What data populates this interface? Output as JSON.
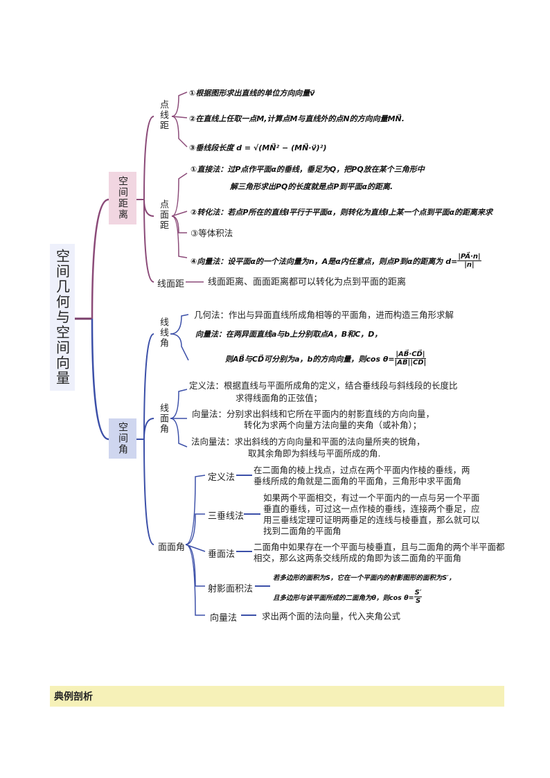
{
  "root": "空间几何与空间向量",
  "branch1": {
    "title": "空间距离",
    "point_line": {
      "label": "点线距",
      "items": [
        "①根据图形求出直线的单位方向向量v⃗",
        "②在直线上任取一点M,计算点M与直线外的点N的方向向量MN⃗.",
        "③垂线段长度 d = √(MN⃗² − (MN⃗·v⃗)²)"
      ]
    },
    "point_plane": {
      "label": "点面距",
      "items": [
        "①直接法：过P点作平面α的垂线，垂足为Q，把PQ放在某个三角形中",
        "解三角形求出PQ的长度就是点P到平面α的距离.",
        "②转化法：若点P所在的直线l平行于平面α，则转化为直线l上某一个点到平面α的距离来求",
        "③等体积法",
        "④向量法：设平面α的一个法向量为n，A是α内任意点，则点P到α的距离为 d="
      ],
      "formula_num": "|PA⃗·n|",
      "formula_den": "|n|"
    },
    "line_plane": {
      "label": "线面距",
      "text": "线面距离、面面距离都可以转化为点到平面的距离"
    }
  },
  "branch2": {
    "title": "空间角",
    "line_line": {
      "label": "线线角",
      "items": [
        "几何法：作出与异面直线所成角相等的平面角，进而构造三角形求解",
        "向量法：在两异面直线a与b上分别取点A，B和C，D，",
        "则AB⃗与CD⃗可分别为a，b的方向向量，则cos θ="
      ],
      "formula_num": "|AB⃗·CD⃗|",
      "formula_den": "|AB⃗||CD⃗|"
    },
    "line_plane": {
      "label": "线面角",
      "items": [
        "定义法：根据直线与平面所成角的定义，结合垂线段与斜线段的长度比",
        "求得线面角的正弦值；",
        "向量法：分别求出斜线和它所在平面内的射影直线的方向向量，",
        "转化为求两个向量方法向量的夹角（或补角）；",
        "法向量法：求出斜线的方向向量和平面的法向量所夹的锐角，",
        "取其余角即为斜线与平面所成的角."
      ]
    },
    "dihedral": {
      "label": "面面角",
      "methods": [
        {
          "name": "定义法",
          "lines": [
            "在二面角的棱上找点，过点在两个平面内作棱的垂线，两",
            "垂线所成的角就是二面角的平面角，三角形中求平面角"
          ]
        },
        {
          "name": "三垂线法",
          "lines": [
            "如果两个平面相交，有过一个平面内的一点与另一个平面",
            "垂直的垂线，可过这一点作棱的垂线，连接两个垂足，应",
            "用三垂线定理可证明两垂足的连线与棱垂直，那么就可以",
            "找到二面角的平面角"
          ]
        },
        {
          "name": "垂面法",
          "lines": [
            "二面角中如果存在一个平面与棱垂直，且与二面角的两个半平面都",
            "相交，那么这两条交线所成的角即为该二面角的平面角"
          ]
        },
        {
          "name": "射影面积法",
          "lines": [
            "若多边形的面积为S，它在一个平面内的射影图形的面积为S′，",
            "且多边形与该平面所成的二面角为θ，则cos θ="
          ]
        },
        {
          "name": "向量法",
          "lines": [
            "求出两个面的法向量，代入夹角公式"
          ]
        }
      ],
      "proj_num": "S′",
      "proj_den": "S"
    }
  },
  "footer": "典例剖析",
  "colors": {
    "branch1": "#8b4a78",
    "branch2": "#3b4fa8",
    "root_bg": "#eef0fb",
    "b1_bg": "#f1d6e1",
    "b2_bg": "#cfd6ef",
    "footer_bg": "#f6f1b8"
  }
}
